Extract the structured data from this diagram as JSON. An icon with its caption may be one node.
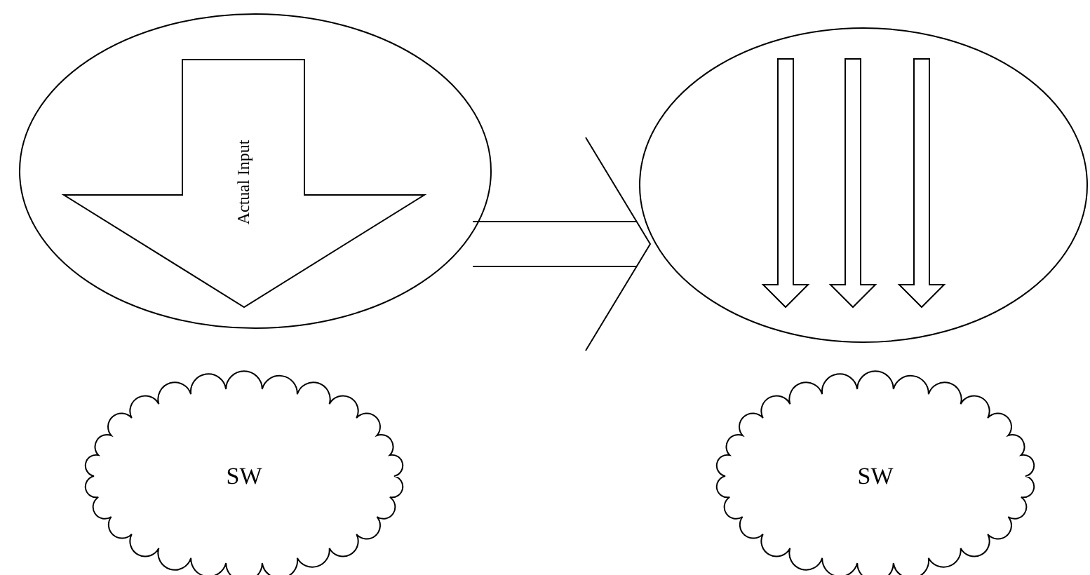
{
  "diagram": {
    "nodes": [
      {
        "text": [],
        "shape": "ellipse"
      },
      {
        "text": [
          "Actual Input"
        ],
        "in": 0
      },
      {
        "text": [],
        "shape": "ellipse"
      },
      {
        "text": [
          "SW"
        ]
      },
      {
        "text": [
          "SW"
        ]
      }
    ],
    "edges": [
      {
        "from": 0,
        "to": 2,
        "arrow": "to"
      }
    ]
  }
}
